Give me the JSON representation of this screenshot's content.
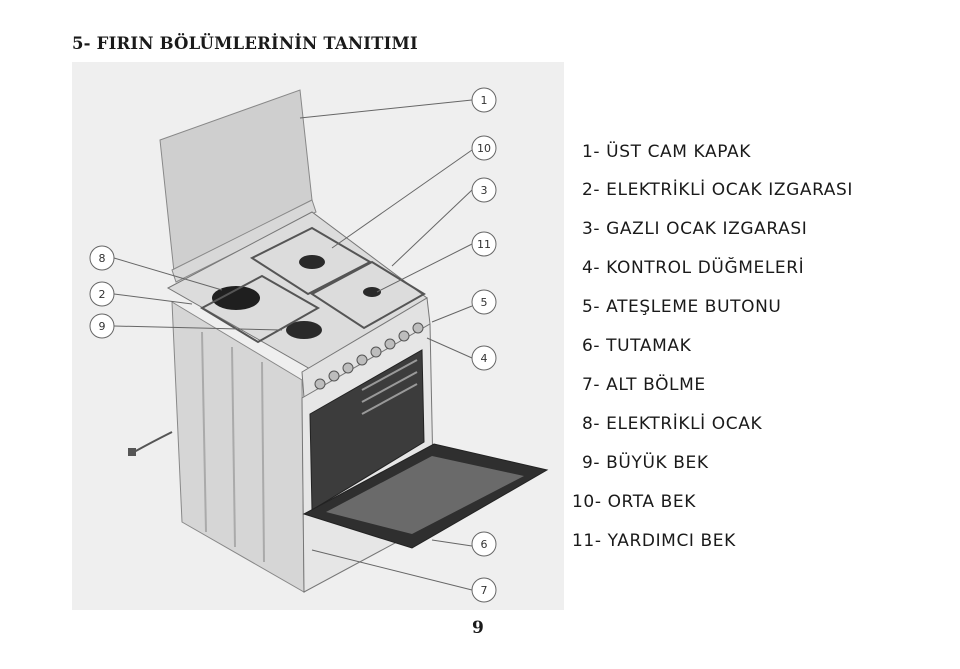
{
  "heading": "5- FIRIN BÖLÜMLERİNİN TANITIMI",
  "callouts": [
    "1",
    "10",
    "3",
    "11",
    "8",
    "2",
    "9",
    "5",
    "4",
    "6",
    "7"
  ],
  "legend": [
    "1- ÜST CAM KAPAK",
    "2- ELEKTRİKLİ OCAK IZGARASI",
    "3- GAZLI OCAK IZGARASI",
    "4- KONTROL DÜĞMELERİ",
    "5- ATEŞLEME BUTONU",
    "6- TUTAMAK",
    "7- ALT BÖLME",
    "8- ELEKTRİKLİ OCAK",
    "9- BÜYÜK BEK",
    "10- ORTA BEK",
    "11- YARDIMCI BEK"
  ],
  "page_number": "9"
}
